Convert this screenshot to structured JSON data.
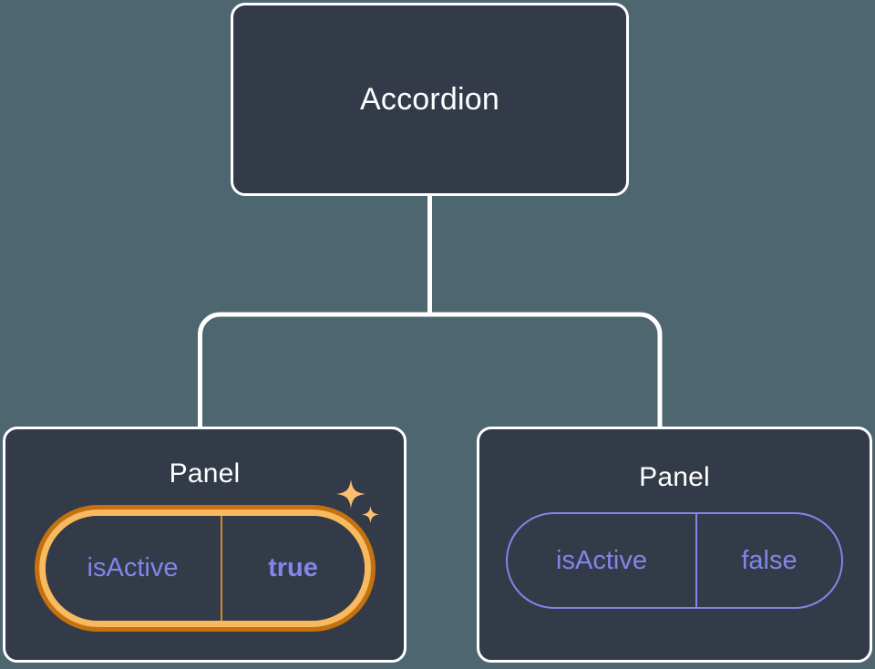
{
  "diagram": {
    "type": "component-tree",
    "background_color": "#4d6670",
    "node_fill": "#333b49",
    "node_border": "#ffffff",
    "connector_color": "#ffffff",
    "accent_prop_color": "#8186e8",
    "highlight_outer_color": "#c5720e",
    "highlight_inner_color": "#f9b95e",
    "sparkle_color": "#fbbf6e",
    "root": {
      "title": "Accordion"
    },
    "children": [
      {
        "title": "Panel",
        "highlighted": true,
        "prop": {
          "key": "isActive",
          "value": "true"
        },
        "sparkle_icon": "sparkles-icon"
      },
      {
        "title": "Panel",
        "highlighted": false,
        "prop": {
          "key": "isActive",
          "value": "false"
        }
      }
    ]
  }
}
